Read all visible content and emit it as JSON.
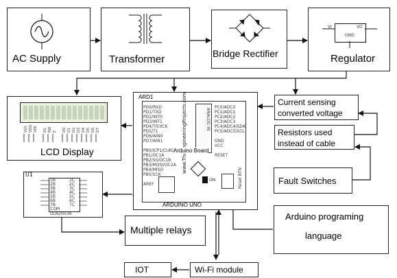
{
  "blocks": {
    "ac_supply": "AC Supply",
    "transformer": "Transformer",
    "bridge_rectifier": "Bridge Rectifier",
    "regulator": "Regulator",
    "lcd_display": "LCD Display",
    "current_sensing": "Current sensing converted voltage",
    "current_sensing_line1": "Current sensing",
    "current_sensing_line2": "converted voltage",
    "resistors_line1": "Resistors used",
    "resistors_line2": "instead of cable",
    "fault_switches": "Fault Switches",
    "arduino_lang_line1": "Arduino programing",
    "arduino_lang_line2": "language",
    "multiple_relays": "Multiple relays",
    "iot": "IOT",
    "wifi_module": "Wi-Fi module"
  },
  "arduino": {
    "ref": "ARD1",
    "name": "ARDUINO UNO",
    "board_text": "Arduino Board",
    "site_text": "www.TheEngineeringProjects.com",
    "left_pins": [
      "PD0/RXD",
      "PD1/TXD",
      "PD2/INT0",
      "PD3/INT1",
      "PD4/T0/XCK",
      "PD5/T1",
      "PD6/AIN0",
      "PD7/AIN1",
      "",
      "PB0/ICP1/CLKO",
      "PB1/OC1A",
      "PB2/SS/OC1B",
      "PB3/MOSI/OC2A",
      "PB4/MISO",
      "PB5/SCK",
      "",
      "AREF"
    ],
    "right_pins": [
      "PC0/ADC0",
      "PC1/ADC1",
      "PC2/ADC2",
      "PC3/ADC3",
      "PC4/ADC4/SDA",
      "PC5/ADC5/SCL",
      "",
      "GND",
      "VCC",
      "",
      "RESET"
    ],
    "analog_label": "ANALOG IN",
    "on_label": "ON",
    "reset_label": "Reset BTN"
  },
  "relay_ic": {
    "ref": "U1",
    "part": "ULN2003A",
    "left_pins": [
      "1B",
      "2B",
      "3B",
      "4B",
      "5B",
      "6B",
      "7B",
      "COM"
    ],
    "right_pins": [
      "1C",
      "2C",
      "3C",
      "4C",
      "5C",
      "6C",
      "7C"
    ]
  },
  "lcd": {
    "pins": [
      "VSS",
      "VDD",
      "VEE",
      "RS",
      "RW",
      "E",
      "D0",
      "D1",
      "D2",
      "D3",
      "D4",
      "D5",
      "D6",
      "D7"
    ]
  },
  "regulator_pins": {
    "vi": "VI",
    "vo": "VO",
    "gnd": "GND"
  }
}
